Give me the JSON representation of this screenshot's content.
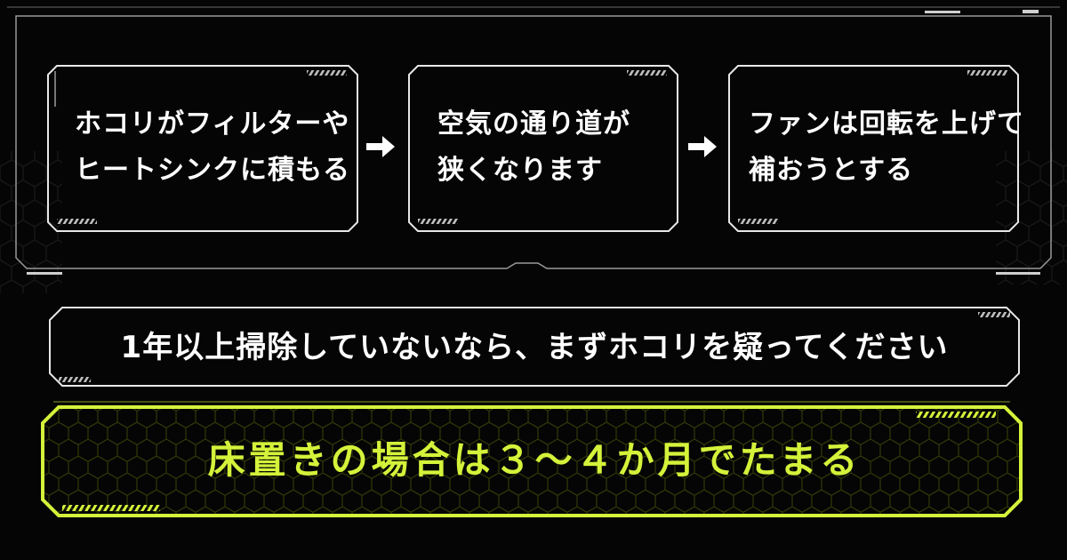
{
  "steps": [
    {
      "line1": "ホコリがフィルターや",
      "line2": "ヒートシンクに積もる"
    },
    {
      "line1": "空気の通り道が",
      "line2": "狭くなります"
    },
    {
      "line1": "ファンは回転を上げて",
      "line2": "補おうとする"
    }
  ],
  "arrow_icon": "right-arrow-icon",
  "advice": "1年以上掃除していないなら、まずホコリを疑ってください",
  "highlight": "床置きの場合は３～４か月でたまる",
  "colors": {
    "background": "#050505",
    "frame": "#e8e8e8",
    "accent": "#d4f23a",
    "text": "#ffffff"
  }
}
